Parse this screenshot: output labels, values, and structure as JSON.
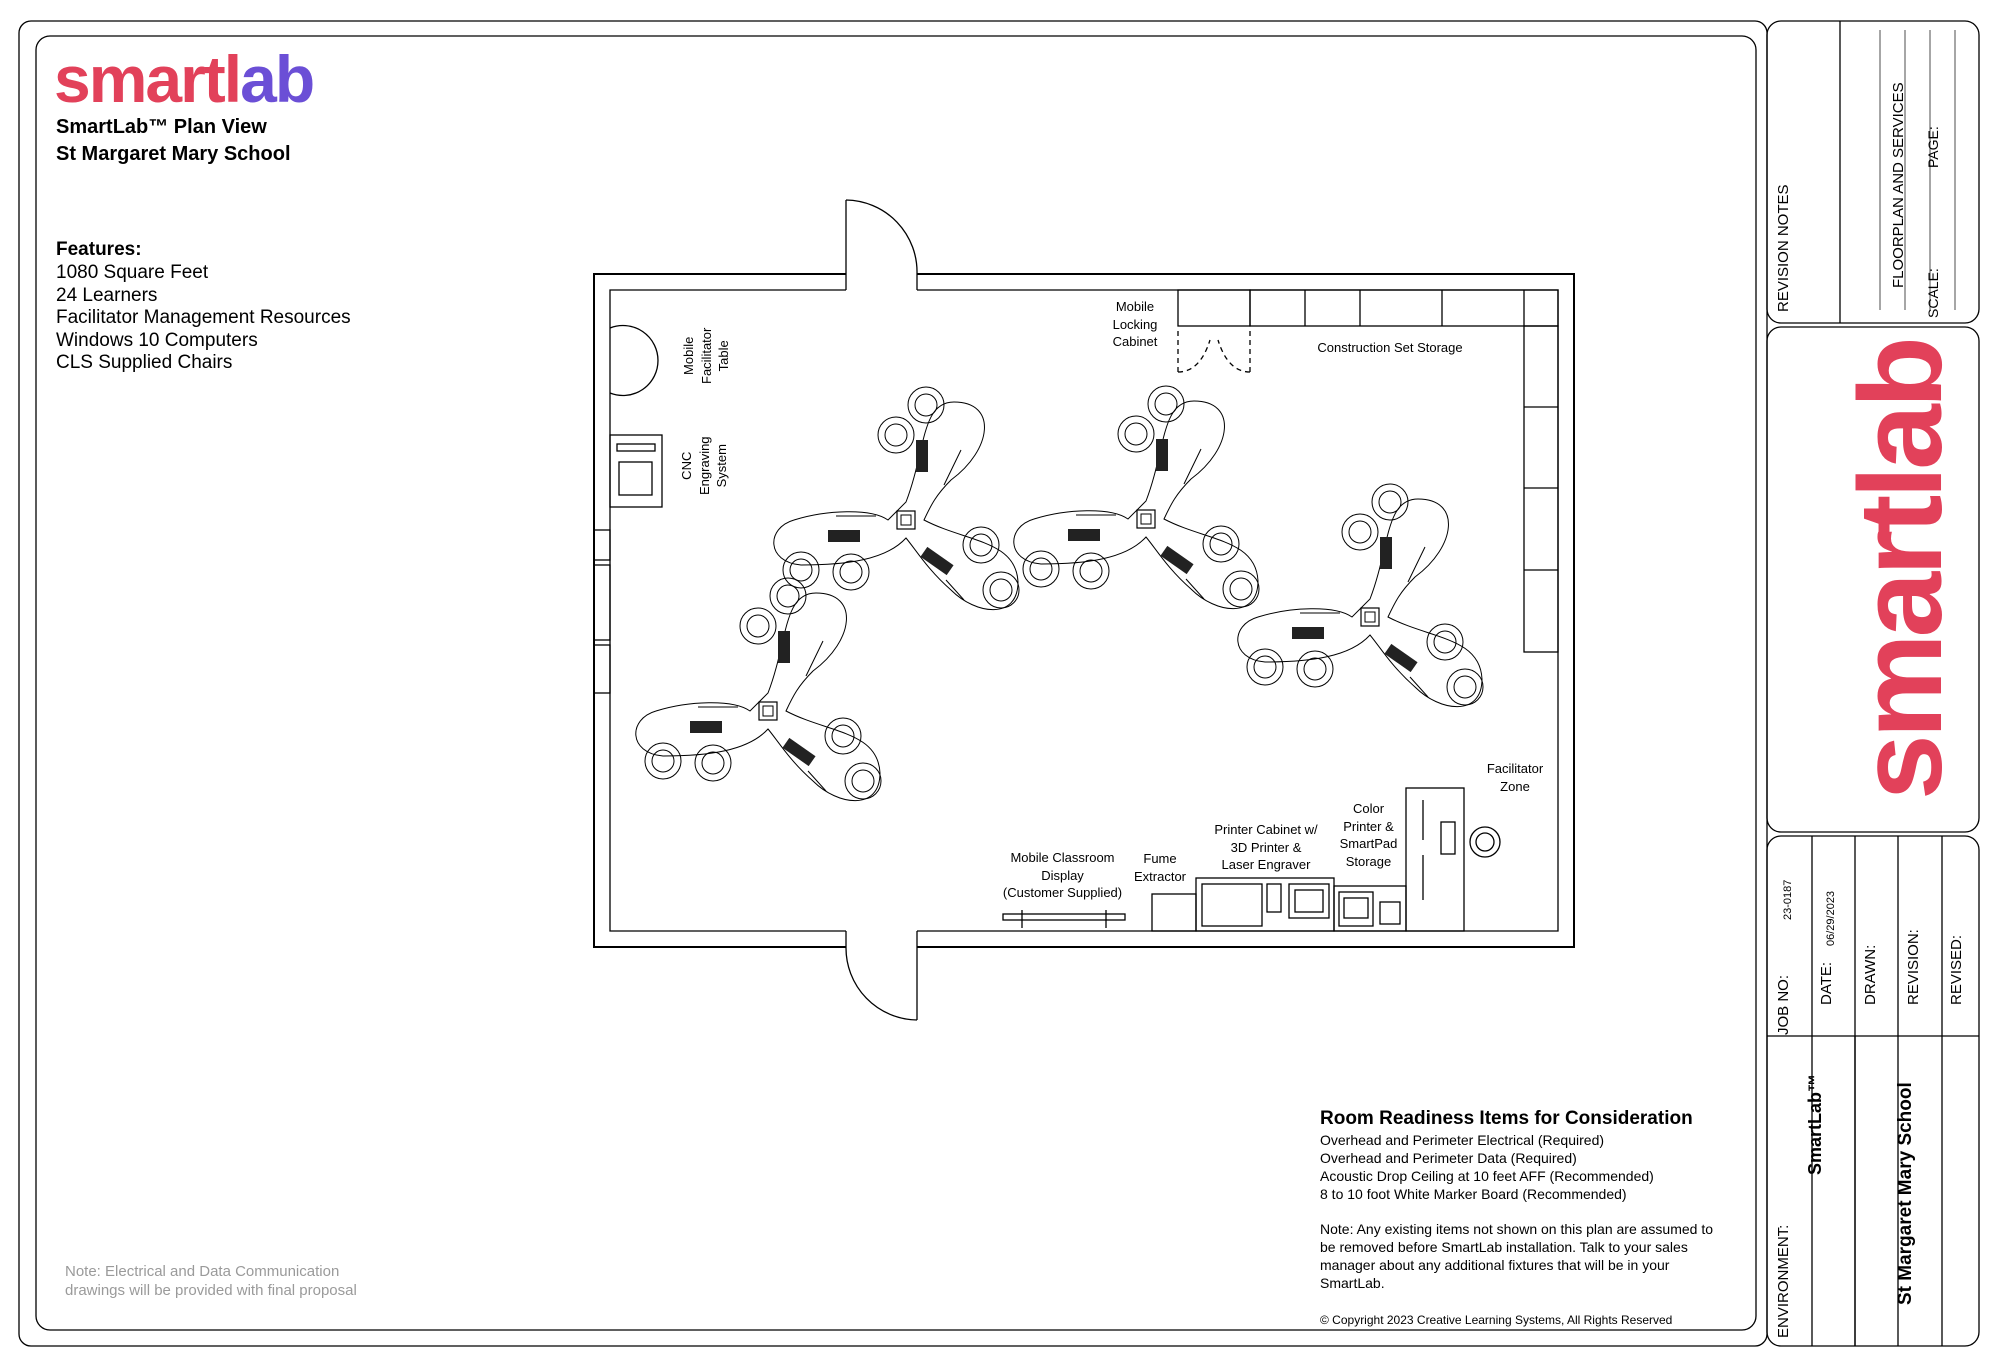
{
  "logo": {
    "text_main": "smartl",
    "text_accent": "ab"
  },
  "header": {
    "line1": "SmartLab™ Plan View",
    "line2": "St Margaret Mary School"
  },
  "features": {
    "heading": "Features:",
    "items": [
      "1080 Square Feet",
      "24 Learners",
      "Facilitator Management Resources",
      "Windows 10 Computers",
      "CLS Supplied Chairs"
    ]
  },
  "floor_labels": {
    "facilitator_table": [
      "Mobile",
      "Facilitator",
      "Table"
    ],
    "cnc": [
      "CNC",
      "Engraving",
      "System"
    ],
    "locking_cabinet": [
      "Mobile",
      "Locking",
      "Cabinet"
    ],
    "construction_storage": "Construction Set Storage",
    "facilitator_zone": [
      "Facilitator",
      "Zone"
    ],
    "color_printer": [
      "Color",
      "Printer &",
      "SmartPad",
      "Storage"
    ],
    "printer_cabinet": [
      "Printer Cabinet w/",
      "3D Printer &",
      "Laser Engraver"
    ],
    "fume_extractor": [
      "Fume",
      "Extractor"
    ],
    "classroom_display": [
      "Mobile Classroom",
      "Display",
      "(Customer Supplied)"
    ]
  },
  "room_readiness": {
    "title": "Room Readiness Items for Consideration",
    "items": [
      "Overhead and Perimeter Electrical (Required)",
      "Overhead and Perimeter Data (Required)",
      "Acoustic Drop Ceiling at 10 feet AFF (Recommended)",
      "8 to 10 foot White Marker Board (Recommended)"
    ],
    "note": "Note: Any existing items not shown on this plan are assumed to be removed before SmartLab installation. Talk to your sales manager about any additional fixtures that will be in your SmartLab."
  },
  "copyright": "© Copyright 2023 Creative Learning Systems, All Rights Reserved",
  "grey_note": [
    "Note: Electrical and Data Communication",
    "drawings will be provided with final proposal"
  ],
  "title_block": {
    "revision_notes": "REVISION NOTES",
    "floorplan": "FLOORPLAN AND SERVICES",
    "scale": "SCALE:",
    "page": "PAGE:",
    "logo_text": "smartlab",
    "job_no_label": "JOB NO:",
    "job_no": "23-0187",
    "date_label": "DATE:",
    "date": "06/29/2023",
    "drawn_label": "DRAWN:",
    "revision_label": "REVISION:",
    "revised_label": "REVISED:",
    "environment_label": "ENVIRONMENT:",
    "environment": "SmartLab™",
    "school": "St Margaret Mary School"
  },
  "colors": {
    "brand_red": "#e2415a",
    "brand_purple": "#6b4fd6",
    "brand_orange": "#f5a623",
    "grey_note": "#9a9a9a"
  }
}
